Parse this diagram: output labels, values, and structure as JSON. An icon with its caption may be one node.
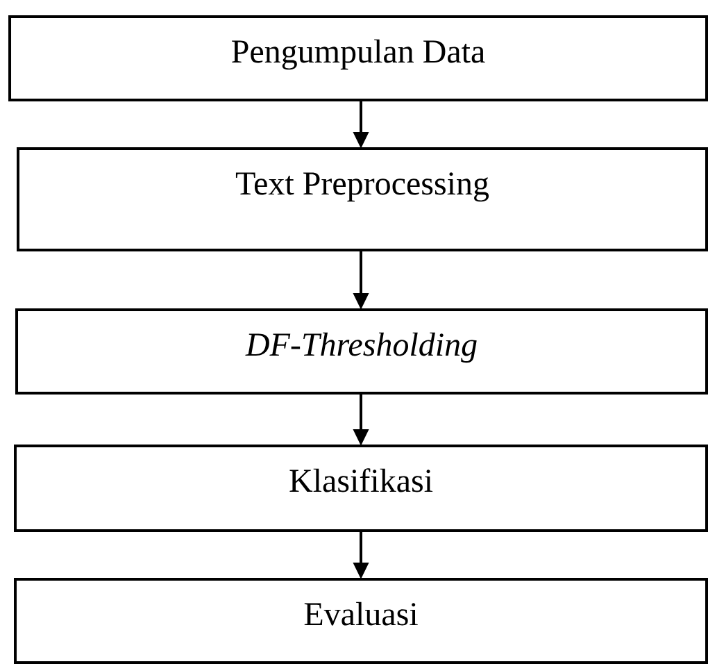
{
  "diagram": {
    "nodes": [
      {
        "text": [
          "Pengumpulan Data"
        ]
      },
      {
        "text": [
          "Text Preprocessing"
        ]
      },
      {
        "text": [
          "DF-Thresholding"
        ]
      },
      {
        "text": [
          "Klasifikasi"
        ]
      },
      {
        "text": [
          "Evaluasi"
        ]
      }
    ],
    "edges": [
      {
        "from": 0,
        "to": 1,
        "arrow": "to"
      },
      {
        "from": 1,
        "to": 2,
        "arrow": "to"
      },
      {
        "from": 2,
        "to": 3,
        "arrow": "to"
      },
      {
        "from": 3,
        "to": 4,
        "arrow": "to"
      }
    ]
  }
}
